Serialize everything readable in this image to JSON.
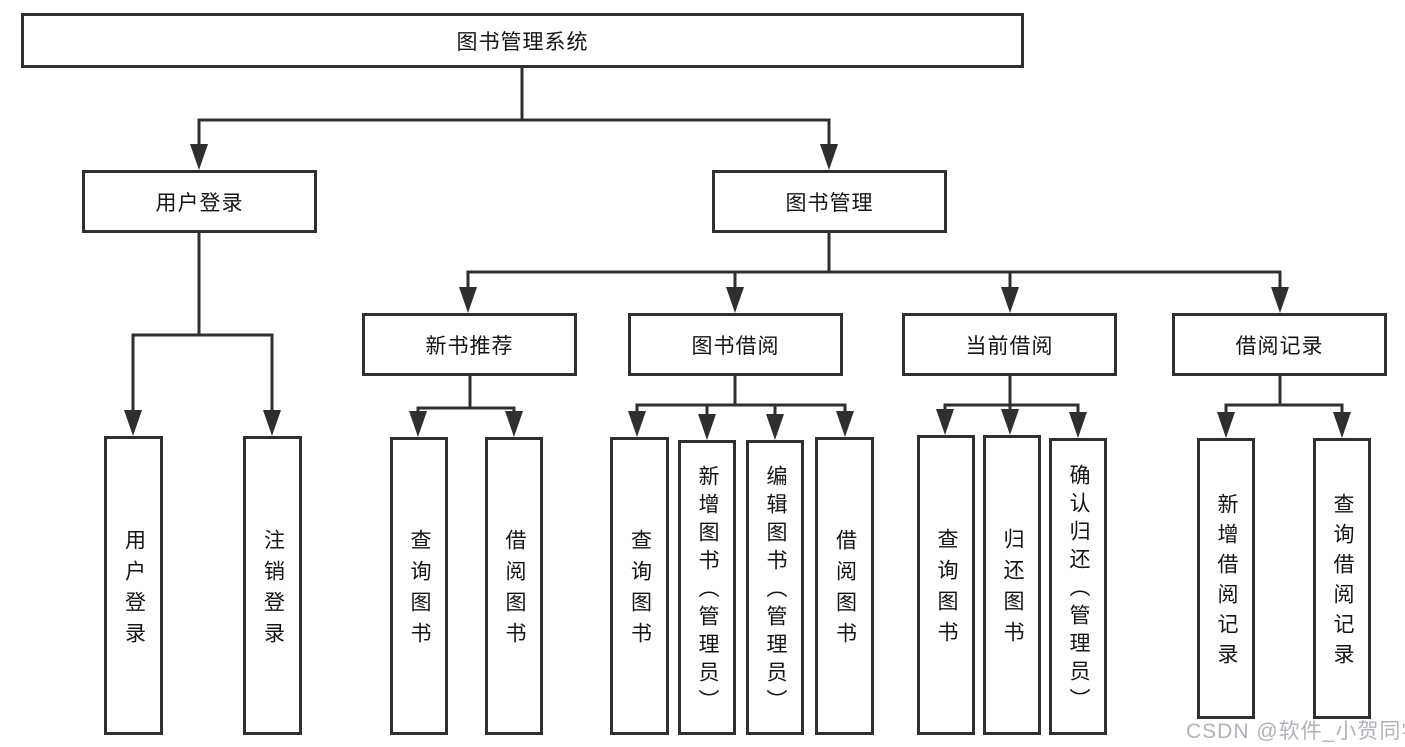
{
  "colors": {
    "line": "#2f2f2f",
    "text": "#141414",
    "watermark": "#b2b2ba",
    "background": "#ffffff"
  },
  "tree": {
    "root": "图书管理系统",
    "children": [
      {
        "label": "用户登录",
        "children": [
          "用户登录",
          "注销登录"
        ]
      },
      {
        "label": "图书管理",
        "children": [
          {
            "label": "新书推荐",
            "children": [
              "查询图书",
              "借阅图书"
            ]
          },
          {
            "label": "图书借阅",
            "children": [
              "查询图书",
              "新增图书（管理员）",
              "编辑图书（管理员）",
              "借阅图书"
            ]
          },
          {
            "label": "当前借阅",
            "children": [
              "查询图书",
              "归还图书",
              "确认归还（管理员）"
            ]
          },
          {
            "label": "借阅记录",
            "children": [
              "新增借阅记录",
              "查询借阅记录"
            ]
          }
        ]
      }
    ]
  },
  "watermark": "CSDN @软件_小贺同学"
}
